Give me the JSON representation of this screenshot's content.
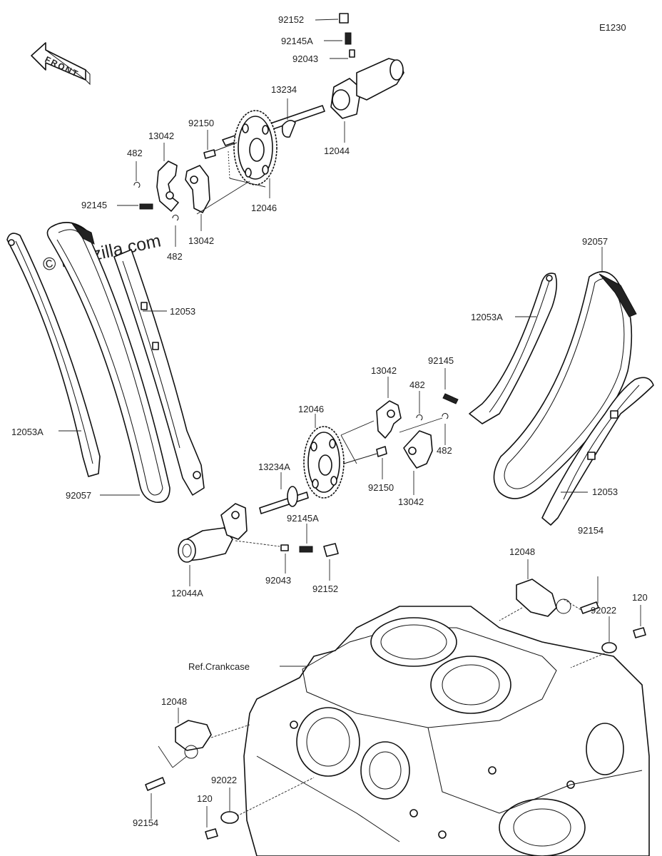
{
  "diagram_id": "E1230",
  "watermark": "© Partzilla.com",
  "front_label": "FRONT",
  "ref_note": "Ref.Crankcase",
  "parts": {
    "p92152_top": "92152",
    "p92145A_top": "92145A",
    "p92043_top": "92043",
    "p13234": "13234",
    "p12044": "12044",
    "p13042_a": "13042",
    "p92150_a": "92150",
    "p482_a": "482",
    "p92145_a": "92145",
    "p12046_a": "12046",
    "p13042_b": "13042",
    "p482_b": "482",
    "p12053_left": "12053",
    "p12053A_left": "12053A",
    "p92057_left": "92057",
    "p92057_right": "92057",
    "p12053A_right": "12053A",
    "p92145_b": "92145",
    "p13042_c": "13042",
    "p482_c": "482",
    "p12046_b": "12046",
    "p482_d": "482",
    "p13234A": "13234A",
    "p92150_b": "92150",
    "p13042_d": "13042",
    "p12053_right": "12053",
    "p92145A_bottom": "92145A",
    "p12044A": "12044A",
    "p92043_bottom": "92043",
    "p92152_bottom": "92152",
    "p92154_right": "92154",
    "p12048_right": "12048",
    "p120_right": "120",
    "p92022_right": "92022",
    "p12048_left": "12048",
    "p92022_left": "92022",
    "p92154_left": "92154",
    "p120_left": "120"
  }
}
